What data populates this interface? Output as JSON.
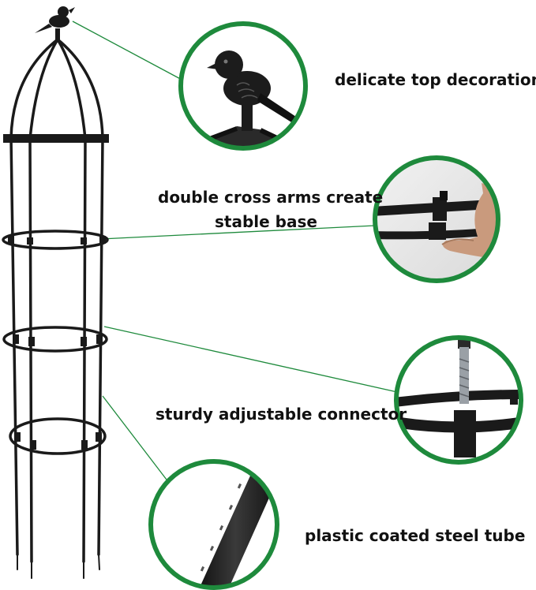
{
  "labels": {
    "top_decoration": "delicate top decoration",
    "cross_arms_line1": "double cross arms create",
    "cross_arms_line2": "stable base",
    "connector": "sturdy adjustable connector",
    "tube": "plastic coated steel tube"
  },
  "colors": {
    "accent_green": "#1e8a3c",
    "frame": "#1a1a1a",
    "background": "#ffffff"
  },
  "icons": {
    "bird": "bird-finial-icon"
  }
}
